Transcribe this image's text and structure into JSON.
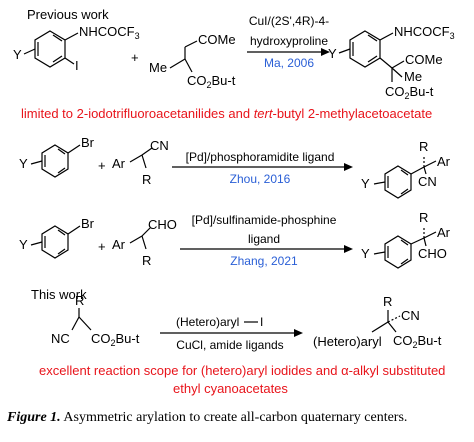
{
  "previous_work": {
    "heading": "Previous work",
    "ring_substituent": "Y",
    "amide_group": "NHCOCF",
    "amide_sub": "3",
    "iodo": "I",
    "plus": "+",
    "methyl": "Me",
    "ketone": "COMe",
    "ester": "CO",
    "ester_sub": "2",
    "ester_tail": "Bu-t",
    "conditions_line1": "CuI/(2S',4R)-4-",
    "conditions_line2": "hydroxyproline",
    "reference": "Ma, 2006",
    "product_ketone": "COMe",
    "product_methyl": "Me",
    "product_ester": "CO",
    "product_ester_sub": "2",
    "product_ester_tail": "Bu-t",
    "limitation_a": "limited to 2-iodotrifluoroacetanilides and ",
    "limitation_b": "tert",
    "limitation_c": "-butyl 2-methylacetoacetate"
  },
  "zhou": {
    "ring_substituent": "Y",
    "halide": "Br",
    "plus": "+",
    "aryl": "Ar",
    "nitrile": "CN",
    "alkyl": "R",
    "conditions": "[Pd]/phosphoramidite ligand",
    "reference": "Zhou, 2016",
    "product_r": "R",
    "product_ar": "Ar",
    "product_cn": "CN",
    "product_y": "Y"
  },
  "zhang": {
    "ring_substituent": "Y",
    "halide": "Br",
    "plus": "+",
    "aryl": "Ar",
    "aldehyde": "CHO",
    "alkyl": "R",
    "conditions_line1": "[Pd]/sulfinamide-phosphine",
    "conditions_line2": "ligand",
    "reference": "Zhang, 2021",
    "product_r": "R",
    "product_ar": "Ar",
    "product_cho": "CHO",
    "product_y": "Y"
  },
  "this_work": {
    "heading": "This work",
    "alkyl": "R",
    "nitrile": "NC",
    "ester": "CO",
    "ester_sub": "2",
    "ester_tail": "Bu-t",
    "reagent": "(Hetero)aryl",
    "reagent_iodide": "I",
    "conditions": "CuCl, amide ligands",
    "product_r": "R",
    "product_cn": "CN",
    "product_aryl": "(Hetero)aryl",
    "product_ester": "CO",
    "product_ester_sub": "2",
    "product_ester_tail": "Bu-t",
    "scope_a": "excellent reaction scope for (hetero)aryl iodides and ",
    "scope_alpha": "α",
    "scope_b": "-alkyl substituted",
    "scope_c": "ethyl cyanoacetates"
  },
  "caption": {
    "label": "Figure 1.",
    "text": " Asymmetric arylation to create all-carbon quaternary centers."
  },
  "colors": {
    "reference": "#2a5fd6",
    "highlight": "#e8141b"
  }
}
